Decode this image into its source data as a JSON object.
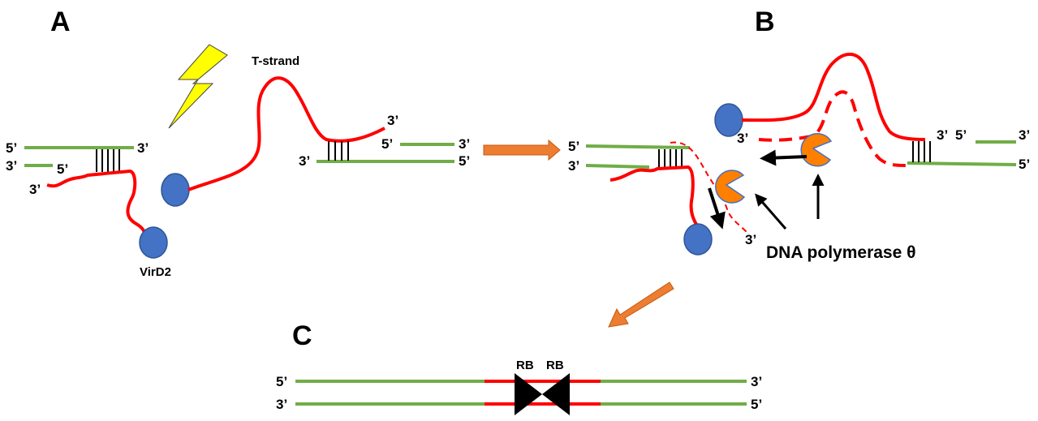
{
  "panels": {
    "a": "A",
    "b": "B",
    "c": "C"
  },
  "labels": {
    "t_strand": "T-strand",
    "virD2": "VirD2",
    "polymerase": "DNA polymerase θ",
    "rb_left": "RB",
    "rb_right": "RB"
  },
  "ends": {
    "five": "5’",
    "three": "3’"
  },
  "colors": {
    "dna_green": "#70ad47",
    "t_strand_red": "#ff0000",
    "virD2_blue": "#4472c4",
    "polymerase_orange": "#ff7f00",
    "process_arrow": "#ed7d31",
    "lightning_yellow": "#ffff00"
  }
}
